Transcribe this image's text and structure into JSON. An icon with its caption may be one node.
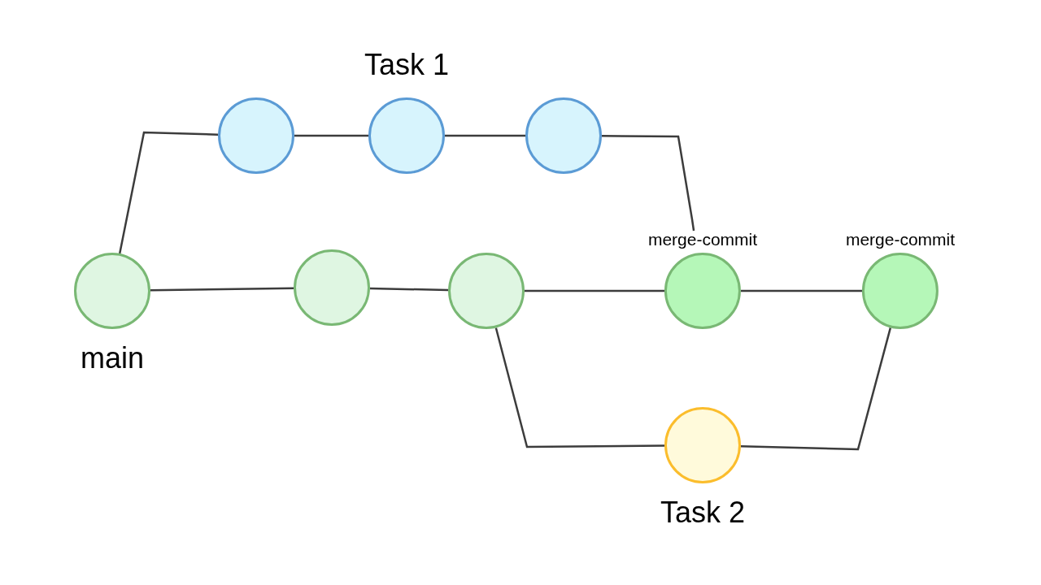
{
  "diagram": {
    "nodes": [
      {
        "text": [],
        "shape": "circle"
      },
      {
        "text": [],
        "shape": "circle",
        "beside": [
          "Task 1"
        ]
      },
      {
        "text": [],
        "shape": "circle"
      },
      {
        "text": [],
        "shape": "circle",
        "beside": [
          "main"
        ]
      },
      {
        "text": [],
        "shape": "circle"
      },
      {
        "text": [],
        "shape": "circle"
      },
      {
        "text": [],
        "shape": "circle",
        "beside": [
          "merge-commit"
        ]
      },
      {
        "text": [],
        "shape": "circle",
        "beside": [
          "merge-commit"
        ]
      },
      {
        "text": [],
        "shape": "circle",
        "beside": [
          "Task 2"
        ]
      }
    ],
    "edges": [
      {
        "from": 3,
        "to": 0,
        "arrow": "none"
      },
      {
        "from": 0,
        "to": 1,
        "arrow": "none"
      },
      {
        "from": 1,
        "to": 2,
        "arrow": "none"
      },
      {
        "from": 2,
        "to": 6,
        "arrow": "none"
      },
      {
        "from": 3,
        "to": 4,
        "arrow": "none"
      },
      {
        "from": 4,
        "to": 5,
        "arrow": "none"
      },
      {
        "from": 5,
        "to": 6,
        "arrow": "none"
      },
      {
        "from": 6,
        "to": 7,
        "arrow": "none"
      },
      {
        "from": 5,
        "to": 8,
        "arrow": "none"
      },
      {
        "from": 8,
        "to": 7,
        "arrow": "none"
      }
    ]
  }
}
